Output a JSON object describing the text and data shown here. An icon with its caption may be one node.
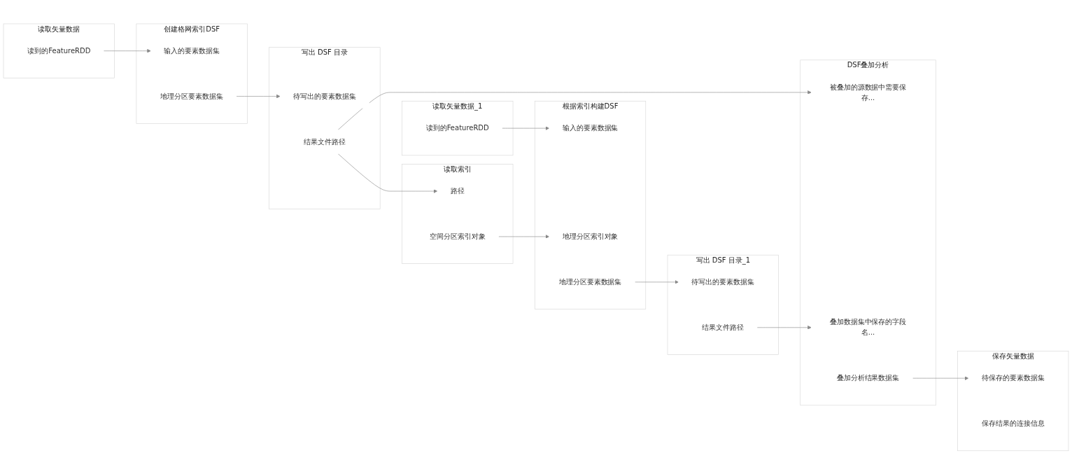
{
  "diagram": {
    "nodes": [
      {
        "text": [
          "读取矢量数据"
        ]
      },
      {
        "text": [
          "读到的FeatureRDD"
        ],
        "in": 0
      },
      {
        "text": [
          "创建格网索引DSF"
        ]
      },
      {
        "text": [
          "输入的要素数据集"
        ],
        "in": 2
      },
      {
        "text": [
          "地理分区要素数据集"
        ],
        "in": 2
      },
      {
        "text": [
          "写出 DSF 目录"
        ]
      },
      {
        "text": [
          "待写出的要素数据集"
        ],
        "in": 5
      },
      {
        "text": [
          "结果文件路径"
        ],
        "in": 5
      },
      {
        "text": [
          "读取索引"
        ]
      },
      {
        "text": [
          "路径"
        ],
        "in": 8
      },
      {
        "text": [
          "空间分区索引对象"
        ],
        "in": 8
      },
      {
        "text": [
          "读取矢量数据_1"
        ]
      },
      {
        "text": [
          "读到的FeatureRDD"
        ],
        "in": 11
      },
      {
        "text": [
          "根据索引构建DSF"
        ]
      },
      {
        "text": [
          "输入的要素数据集"
        ],
        "in": 13
      },
      {
        "text": [
          "地理分区索引对象"
        ],
        "in": 13
      },
      {
        "text": [
          "地理分区要素数据集"
        ],
        "in": 13
      },
      {
        "text": [
          "写出 DSF 目录_1"
        ]
      },
      {
        "text": [
          "待写出的要素数据集"
        ],
        "in": 17
      },
      {
        "text": [
          "结果文件路径"
        ],
        "in": 17
      },
      {
        "text": [
          "DSF叠加分析"
        ]
      },
      {
        "text": [
          "被叠加的源数据中需要保存..."
        ],
        "in": 20
      },
      {
        "text": [
          "叠加数据集中保存的字段名..."
        ],
        "in": 20
      },
      {
        "text": [
          "叠加分析结果数据集"
        ],
        "in": 20
      },
      {
        "text": [
          "保存矢量数据"
        ]
      },
      {
        "text": [
          "待保存的要素数据集"
        ],
        "in": 24
      },
      {
        "text": [
          "保存结果的连接信息"
        ],
        "in": 24
      }
    ],
    "edges": [
      {
        "from": 1,
        "to": 3,
        "arrow": "to"
      },
      {
        "from": 4,
        "to": 6,
        "arrow": "to"
      },
      {
        "from": 7,
        "to": 9,
        "arrow": "to"
      },
      {
        "from": 7,
        "to": 21,
        "arrow": "to"
      },
      {
        "from": 10,
        "to": 15,
        "arrow": "to"
      },
      {
        "from": 12,
        "to": 14,
        "arrow": "to"
      },
      {
        "from": 16,
        "to": 18,
        "arrow": "to"
      },
      {
        "from": 19,
        "to": 22,
        "arrow": "to"
      },
      {
        "from": 23,
        "to": 25,
        "arrow": "to"
      }
    ]
  }
}
